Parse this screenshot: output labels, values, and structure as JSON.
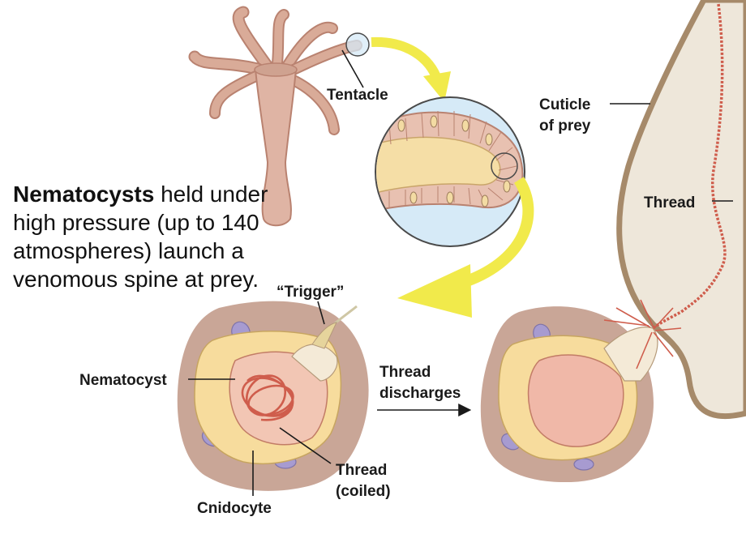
{
  "caption": {
    "bold": "Nematocysts",
    "rest": " held under high pressure (up to 140 atmospheres) launch a venomous spine at prey."
  },
  "labels": {
    "tentacle": "Tentacle",
    "cuticle_line1": "Cuticle",
    "cuticle_line2": "of prey",
    "thread": "Thread",
    "trigger": "“Trigger”",
    "nematocyst": "Nematocyst",
    "thread_discharges_line1": "Thread",
    "thread_discharges_line2": "discharges",
    "thread_coiled_line1": "Thread",
    "thread_coiled_line2": "(coiled)",
    "cnidocyte": "Cnidocyte"
  },
  "colors": {
    "hydra_body": "#dfb4a4",
    "tentacle": "#d9ab98",
    "tentacle_outline": "#b98270",
    "magnifier_fill": "#d6eaf7",
    "magnifier_stroke": "#4a4a4a",
    "arrow_yellow": "#f1ea4b",
    "arrow_yellow_edge": "#d9cc2c",
    "cell_tissue": "#c9a697",
    "cnidocyte_fill": "#f7dc9d",
    "nucleus": "#a79bd0",
    "capsule_fill": "#f2c6b4",
    "thread_red": "#cf5d4c",
    "prey_cuticle": "#eee7da",
    "prey_cuticle_edge": "#a68a6a"
  }
}
